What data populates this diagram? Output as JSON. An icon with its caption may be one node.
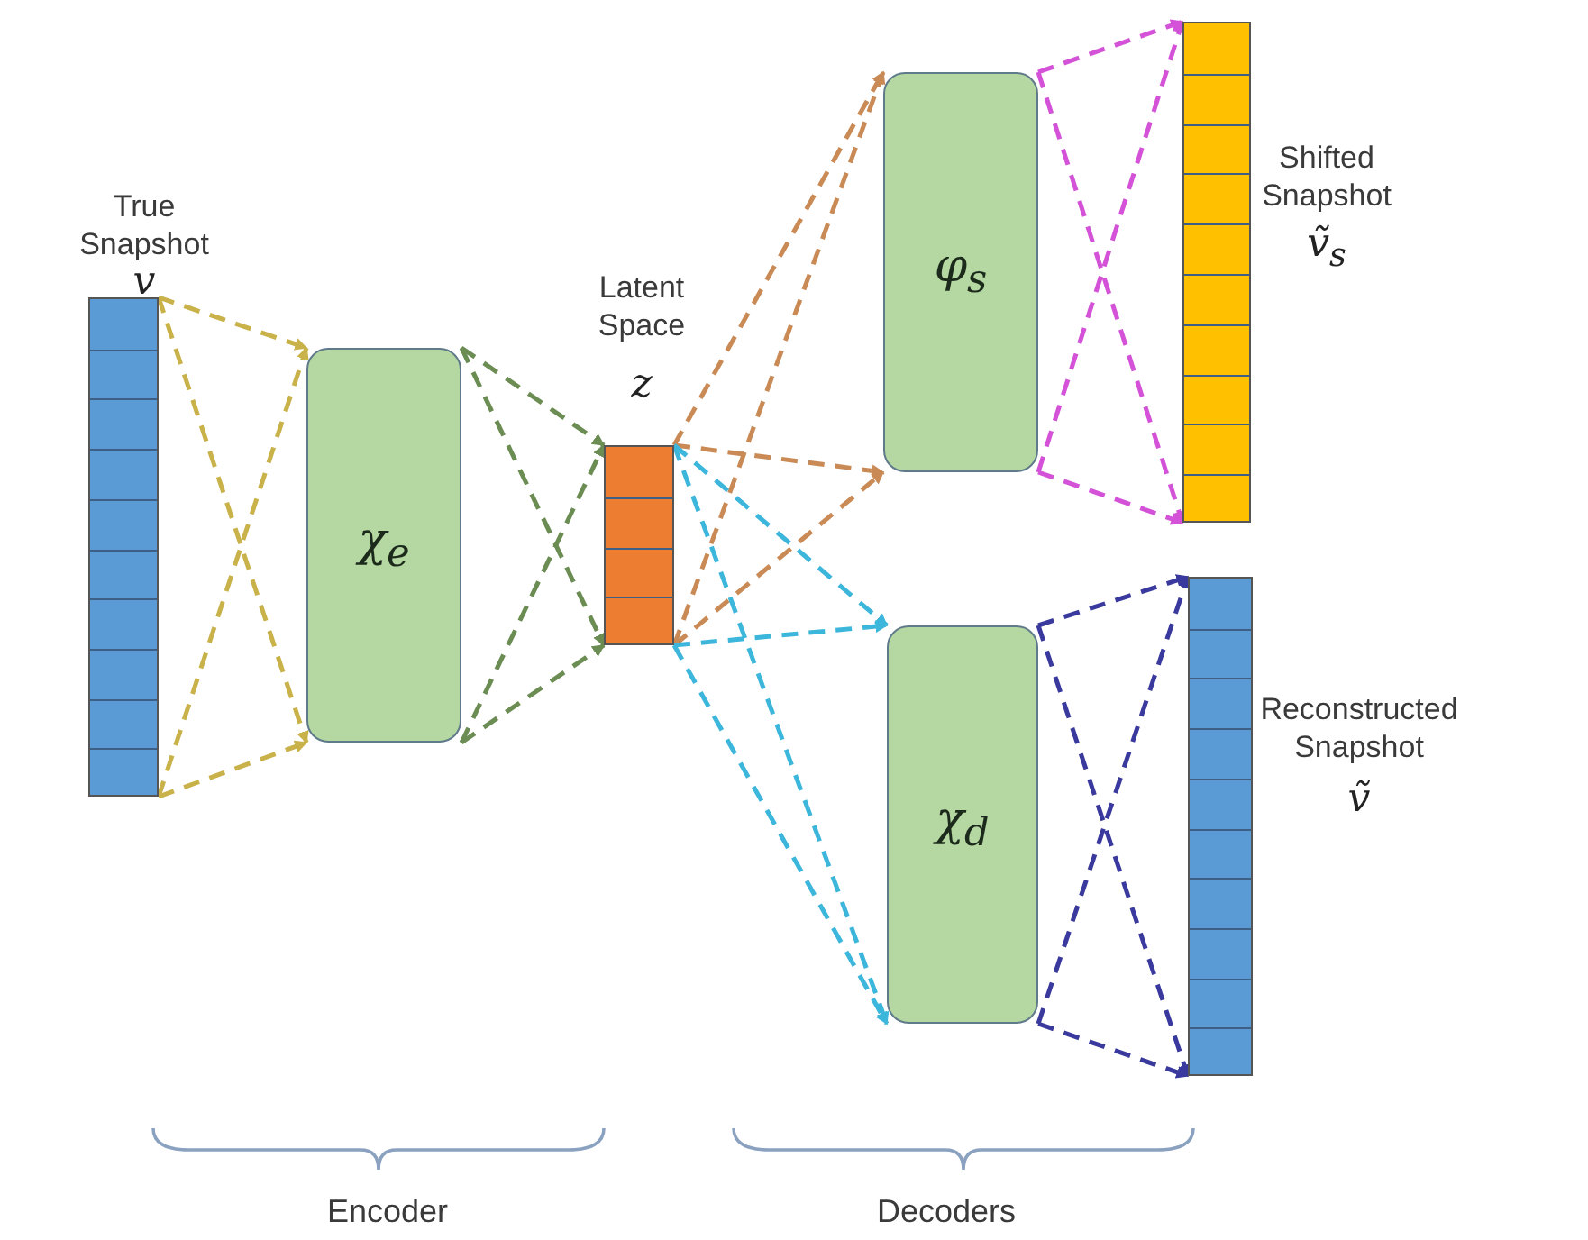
{
  "diagram": {
    "nodes": [
      {
        "text": [
          "True Snapshot",
          "v"
        ]
      },
      {
        "text": [
          "χ$_{e}$"
        ]
      },
      {
        "text": [
          "Latent Space",
          "z"
        ]
      },
      {
        "text": [
          "φ$_{s}$"
        ]
      },
      {
        "text": [
          "Shifted Snapshot",
          "ṽ$_{s}$"
        ]
      },
      {
        "text": [
          "χ$_{d}$"
        ]
      },
      {
        "text": [
          "Reconstructed Snapshot",
          "ṽ"
        ]
      }
    ],
    "edges": [
      {
        "from": 0,
        "to": 1,
        "arrow": "to",
        "style": "dashed",
        "color": "#c9b24a"
      },
      {
        "from": 0,
        "to": 1,
        "arrow": "to",
        "style": "dashed",
        "color": "#c9b24a"
      },
      {
        "from": 0,
        "to": 1,
        "arrow": "to",
        "style": "dashed",
        "color": "#c9b24a"
      },
      {
        "from": 0,
        "to": 1,
        "arrow": "to",
        "style": "dashed",
        "color": "#c9b24a"
      },
      {
        "from": 1,
        "to": 2,
        "arrow": "to",
        "style": "dashed",
        "color": "#6b8c52"
      },
      {
        "from": 1,
        "to": 2,
        "arrow": "to",
        "style": "dashed",
        "color": "#6b8c52"
      },
      {
        "from": 1,
        "to": 2,
        "arrow": "to",
        "style": "dashed",
        "color": "#6b8c52"
      },
      {
        "from": 1,
        "to": 2,
        "arrow": "to",
        "style": "dashed",
        "color": "#6b8c52"
      },
      {
        "from": 2,
        "to": 3,
        "arrow": "to",
        "style": "dashed",
        "color": "#c98a55"
      },
      {
        "from": 2,
        "to": 3,
        "arrow": "to",
        "style": "dashed",
        "color": "#c98a55"
      },
      {
        "from": 2,
        "to": 3,
        "arrow": "to",
        "style": "dashed",
        "color": "#c98a55"
      },
      {
        "from": 2,
        "to": 3,
        "arrow": "to",
        "style": "dashed",
        "color": "#c98a55"
      },
      {
        "from": 2,
        "to": 5,
        "arrow": "to",
        "style": "dashed",
        "color": "#3db6dc"
      },
      {
        "from": 2,
        "to": 5,
        "arrow": "to",
        "style": "dashed",
        "color": "#3db6dc"
      },
      {
        "from": 2,
        "to": 5,
        "arrow": "to",
        "style": "dashed",
        "color": "#3db6dc"
      },
      {
        "from": 2,
        "to": 5,
        "arrow": "to",
        "style": "dashed",
        "color": "#3db6dc"
      },
      {
        "from": 3,
        "to": 4,
        "arrow": "to",
        "style": "dashed",
        "color": "#d452d8"
      },
      {
        "from": 3,
        "to": 4,
        "arrow": "to",
        "style": "dashed",
        "color": "#d452d8"
      },
      {
        "from": 3,
        "to": 4,
        "arrow": "to",
        "style": "dashed",
        "color": "#d452d8"
      },
      {
        "from": 3,
        "to": 4,
        "arrow": "to",
        "style": "dashed",
        "color": "#d452d8"
      },
      {
        "from": 5,
        "to": 6,
        "arrow": "to",
        "style": "dashed",
        "color": "#3a3a9e"
      },
      {
        "from": 5,
        "to": 6,
        "arrow": "to",
        "style": "dashed",
        "color": "#3a3a9e"
      },
      {
        "from": 5,
        "to": 6,
        "arrow": "to",
        "style": "dashed",
        "color": "#3a3a9e"
      },
      {
        "from": 5,
        "to": 6,
        "arrow": "to",
        "style": "dashed",
        "color": "#3a3a9e"
      }
    ],
    "labels": [
      "Encoder",
      "Decoders"
    ]
  }
}
